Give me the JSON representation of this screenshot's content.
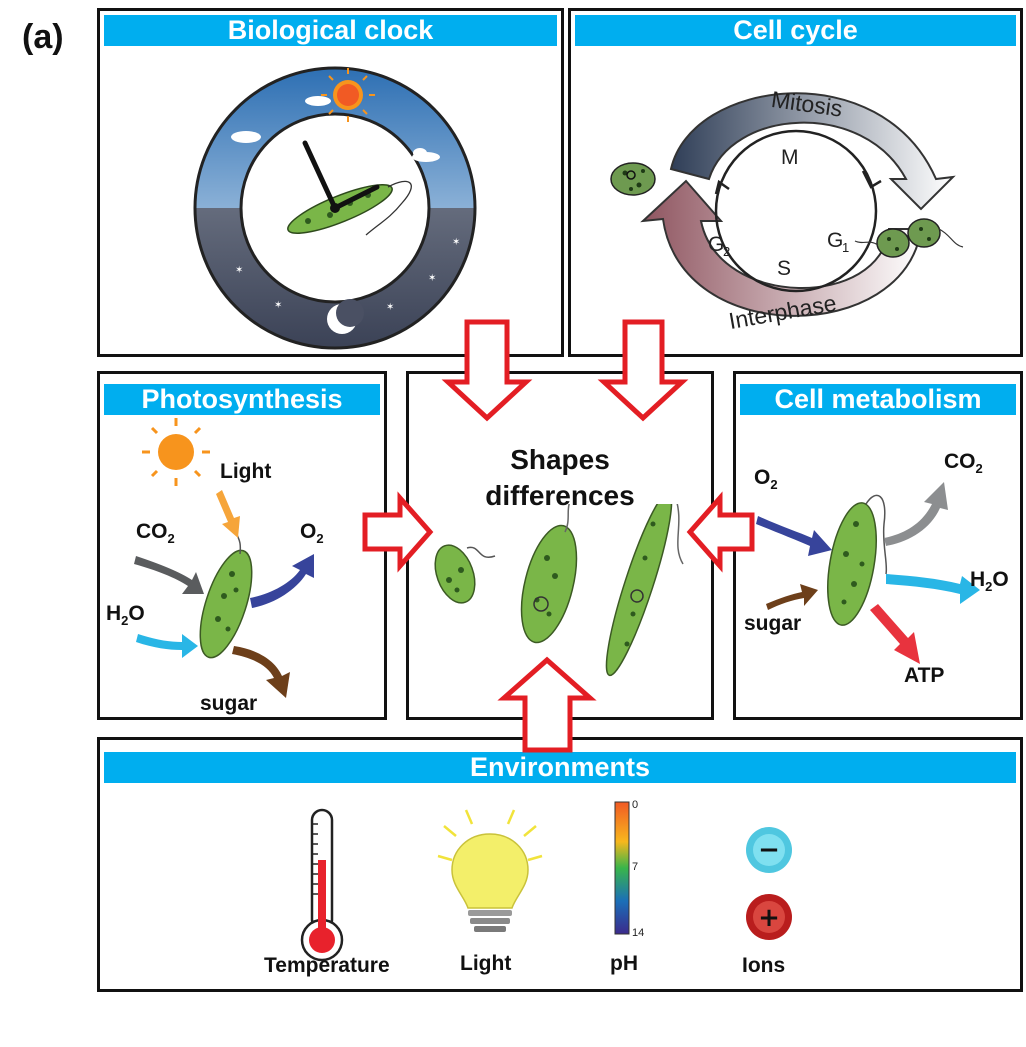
{
  "figure_label": "(a)",
  "panels": {
    "clock": {
      "title": "Biological clock"
    },
    "cycle": {
      "title": "Cell cycle",
      "mitosis": "Mitosis",
      "interphase": "Interphase",
      "m": "M",
      "g2": "G",
      "g2_sub": "2",
      "g1": "G",
      "g1_sub": "1",
      "s": "S"
    },
    "photo": {
      "title": "Photosynthesis",
      "light": "Light",
      "co2": "CO",
      "co2_sub": "2",
      "o2": "O",
      "o2_sub": "2",
      "h2o_a": "H",
      "h2o_sub": "2",
      "h2o_b": "O",
      "sugar": "sugar"
    },
    "center": {
      "line1": "Shapes",
      "line2": "differences"
    },
    "metab": {
      "title": "Cell metabolism",
      "o2": "O",
      "o2_sub": "2",
      "co2": "CO",
      "co2_sub": "2",
      "h2o_a": "H",
      "h2o_sub": "2",
      "h2o_b": "O",
      "sugar": "sugar",
      "atp": "ATP"
    },
    "env": {
      "title": "Environments",
      "temperature": "Temperature",
      "light": "Light",
      "ph": "pH",
      "ions": "Ions",
      "ph_top": "0",
      "ph_mid": "7",
      "ph_bot": "14",
      "neg": "−",
      "pos": "+"
    }
  },
  "colors": {
    "header": "#00aeef",
    "arrow_red": "#e31e24",
    "euglena": "#7ab648"
  }
}
